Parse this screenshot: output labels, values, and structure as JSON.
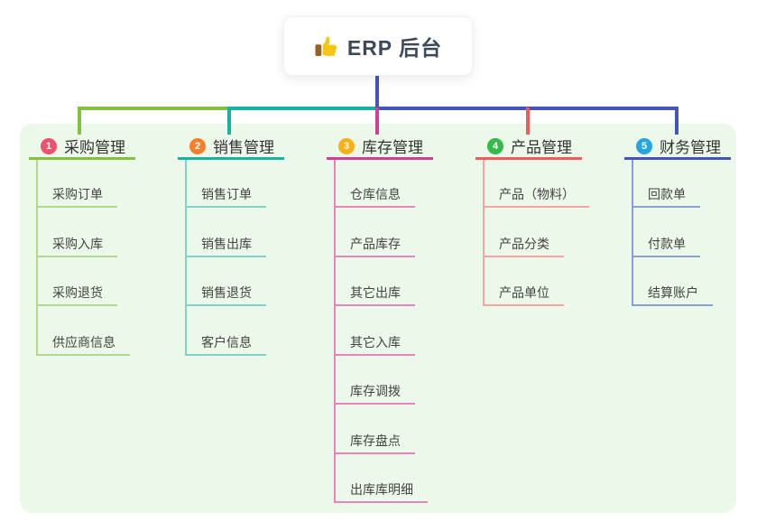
{
  "root": {
    "label": "ERP 后台",
    "icon": "thumbs-up-icon"
  },
  "branches": [
    {
      "index": "1",
      "label": "采购管理",
      "badge_color": "#f0506e",
      "line_color": "#82c13d",
      "child_line_color": "#b2d98b",
      "children": [
        "采购订单",
        "采购入库",
        "采购退货",
        "供应商信息"
      ]
    },
    {
      "index": "2",
      "label": "销售管理",
      "badge_color": "#f97e2b",
      "line_color": "#16b3a3",
      "child_line_color": "#7fd3c8",
      "children": [
        "销售订单",
        "销售出库",
        "销售退货",
        "客户信息"
      ]
    },
    {
      "index": "3",
      "label": "库存管理",
      "badge_color": "#fbb017",
      "line_color": "#cf3f96",
      "child_line_color": "#ea82bd",
      "children": [
        "仓库信息",
        "产品库存",
        "其它出库",
        "其它入库",
        "库存调拨",
        "库存盘点",
        "出库库明细"
      ]
    },
    {
      "index": "4",
      "label": "产品管理",
      "badge_color": "#33bb49",
      "line_color": "#f25b5b",
      "child_line_color": "#f8a2a5",
      "children": [
        "产品（物料）",
        "产品分类",
        "产品单位"
      ]
    },
    {
      "index": "5",
      "label": "财务管理",
      "badge_color": "#25a5e2",
      "line_color": "#4355bb",
      "child_line_color": "#8c9dd8",
      "children": [
        "回款单",
        "付款单",
        "结算账户"
      ]
    }
  ],
  "colors": {
    "canvas_bg": "#ffffff",
    "panel_bg": "#ecf8e9",
    "root_stem": "#4355bb",
    "root_text": "#3d4859",
    "title_text": "#333333",
    "child_text": "#444444"
  }
}
